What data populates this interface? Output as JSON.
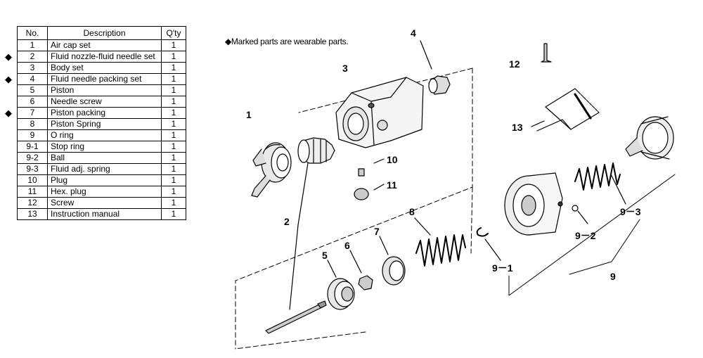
{
  "table": {
    "headers": [
      "No.",
      "Description",
      "Q'ty"
    ],
    "rows": [
      {
        "no": "1",
        "desc": "Air cap set",
        "qty": "1",
        "wear": false
      },
      {
        "no": "2",
        "desc": "Fluid nozzle-fluid needle set",
        "qty": "1",
        "wear": true
      },
      {
        "no": "3",
        "desc": "Body set",
        "qty": "1",
        "wear": false
      },
      {
        "no": "4",
        "desc": "Fluid needle packing set",
        "qty": "1",
        "wear": true
      },
      {
        "no": "5",
        "desc": "Piston",
        "qty": "1",
        "wear": false
      },
      {
        "no": "6",
        "desc": "Needle screw",
        "qty": "1",
        "wear": false
      },
      {
        "no": "7",
        "desc": "Piston packing",
        "qty": "1",
        "wear": true
      },
      {
        "no": "8",
        "desc": "Piston Spring",
        "qty": "1",
        "wear": false
      },
      {
        "no": "9",
        "desc": "O ring",
        "qty": "1",
        "wear": false
      },
      {
        "no": "9-1",
        "desc": "Stop ring",
        "qty": "1",
        "wear": false
      },
      {
        "no": "9-2",
        "desc": "Ball",
        "qty": "1",
        "wear": false
      },
      {
        "no": "9-3",
        "desc": "Fluid adj. spring",
        "qty": "1",
        "wear": false
      },
      {
        "no": "10",
        "desc": "Plug",
        "qty": "1",
        "wear": false
      },
      {
        "no": "11",
        "desc": "Hex. plug",
        "qty": "1",
        "wear": false
      },
      {
        "no": "12",
        "desc": "Screw",
        "qty": "1",
        "wear": false
      },
      {
        "no": "13",
        "desc": "Instruction manual",
        "qty": "1",
        "wear": false
      }
    ],
    "wear_marker": "◆"
  },
  "note": "◆Marked parts are wearable parts.",
  "callouts": {
    "c1": "1",
    "c2": "2",
    "c3": "3",
    "c4": "4",
    "c5": "5",
    "c6": "6",
    "c7": "7",
    "c8": "8",
    "c9": "9",
    "c9_1": "9－1",
    "c9_2": "9－2",
    "c9_3": "9－3",
    "c10": "10",
    "c11": "11",
    "c12": "12",
    "c13": "13"
  }
}
